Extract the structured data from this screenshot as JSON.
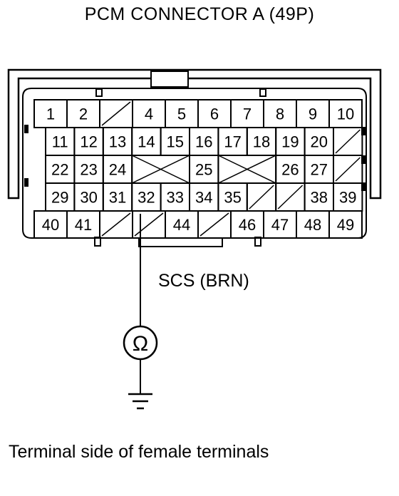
{
  "title": "PCM CONNECTOR A (49P)",
  "wire_label": "SCS (BRN)",
  "meter_symbol": "Ω",
  "footer_note": "Terminal side of female terminals",
  "connector": {
    "rows": [
      [
        "1",
        "2",
        "",
        "4",
        "5",
        "6",
        "7",
        "8",
        "9",
        "10"
      ],
      [
        "11",
        "12",
        "13",
        "14",
        "15",
        "16",
        "17",
        "18",
        "19",
        "20",
        ""
      ],
      [
        "22",
        "23",
        "24",
        "",
        "",
        "25",
        "",
        "",
        "26",
        "27",
        ""
      ],
      [
        "29",
        "30",
        "31",
        "32",
        "33",
        "34",
        "35",
        "",
        "",
        "38",
        "39"
      ],
      [
        "40",
        "41",
        "",
        "",
        "44",
        "",
        "46",
        "47",
        "48",
        "49"
      ]
    ]
  },
  "colors": {
    "line": "#000000",
    "background": "#ffffff"
  }
}
